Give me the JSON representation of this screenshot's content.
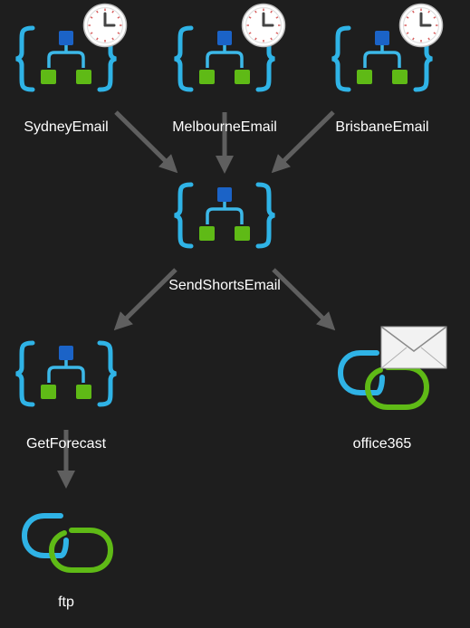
{
  "colors": {
    "background": "#1e1e1e",
    "brace": "#2fb3e6",
    "node_top": "#1b63c7",
    "node_bottom": "#5fba16",
    "connector": "#3cb8e8",
    "edge": "#5f5f5f",
    "label": "#ffffff",
    "clock_face": "#ffffff",
    "clock_hands": "#444444",
    "envelope": "#f2f2f2"
  },
  "nodes": [
    {
      "id": "SydneyEmail",
      "label": "SydneyEmail",
      "icon": "logic-app-icon",
      "badge": "clock-icon"
    },
    {
      "id": "MelbourneEmail",
      "label": "MelbourneEmail",
      "icon": "logic-app-icon",
      "badge": "clock-icon"
    },
    {
      "id": "BrisbaneEmail",
      "label": "BrisbaneEmail",
      "icon": "logic-app-icon",
      "badge": "clock-icon"
    },
    {
      "id": "SendShortsEmail",
      "label": "SendShortsEmail",
      "icon": "logic-app-icon",
      "badge": ""
    },
    {
      "id": "GetForecast",
      "label": "GetForecast",
      "icon": "logic-app-icon",
      "badge": ""
    },
    {
      "id": "office365",
      "label": "office365",
      "icon": "connection-icon",
      "badge": "envelope-icon"
    },
    {
      "id": "ftp",
      "label": "ftp",
      "icon": "connection-icon",
      "badge": ""
    }
  ],
  "edges": [
    {
      "from": "SydneyEmail",
      "to": "SendShortsEmail"
    },
    {
      "from": "MelbourneEmail",
      "to": "SendShortsEmail"
    },
    {
      "from": "BrisbaneEmail",
      "to": "SendShortsEmail"
    },
    {
      "from": "SendShortsEmail",
      "to": "GetForecast"
    },
    {
      "from": "SendShortsEmail",
      "to": "office365"
    },
    {
      "from": "GetForecast",
      "to": "ftp"
    }
  ]
}
